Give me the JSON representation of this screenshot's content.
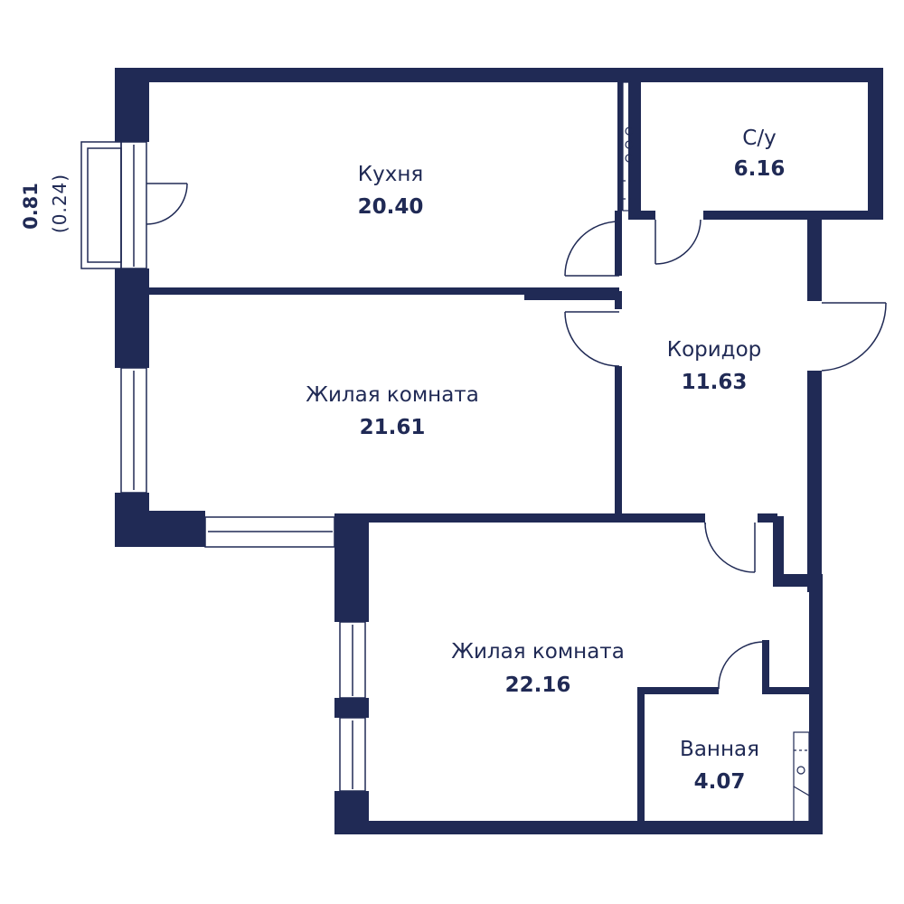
{
  "plan": {
    "colors": {
      "wall": "#202a55",
      "text": "#202a55",
      "background": "#ffffff",
      "line": "#202a55"
    },
    "rooms": [
      {
        "id": "kitchen",
        "name": "Кухня",
        "area": "20.40"
      },
      {
        "id": "wc",
        "name": "С/у",
        "area": "6.16"
      },
      {
        "id": "corridor",
        "name": "Коридор",
        "area": "11.63"
      },
      {
        "id": "living1",
        "name": "Жилая комната",
        "area": "21.61"
      },
      {
        "id": "living2",
        "name": "Жилая комната",
        "area": "22.16"
      },
      {
        "id": "bathroom",
        "name": "Ванная",
        "area": "4.07"
      }
    ],
    "balcony": {
      "area": "0.81",
      "coefficient_area": "(0.24)"
    }
  }
}
